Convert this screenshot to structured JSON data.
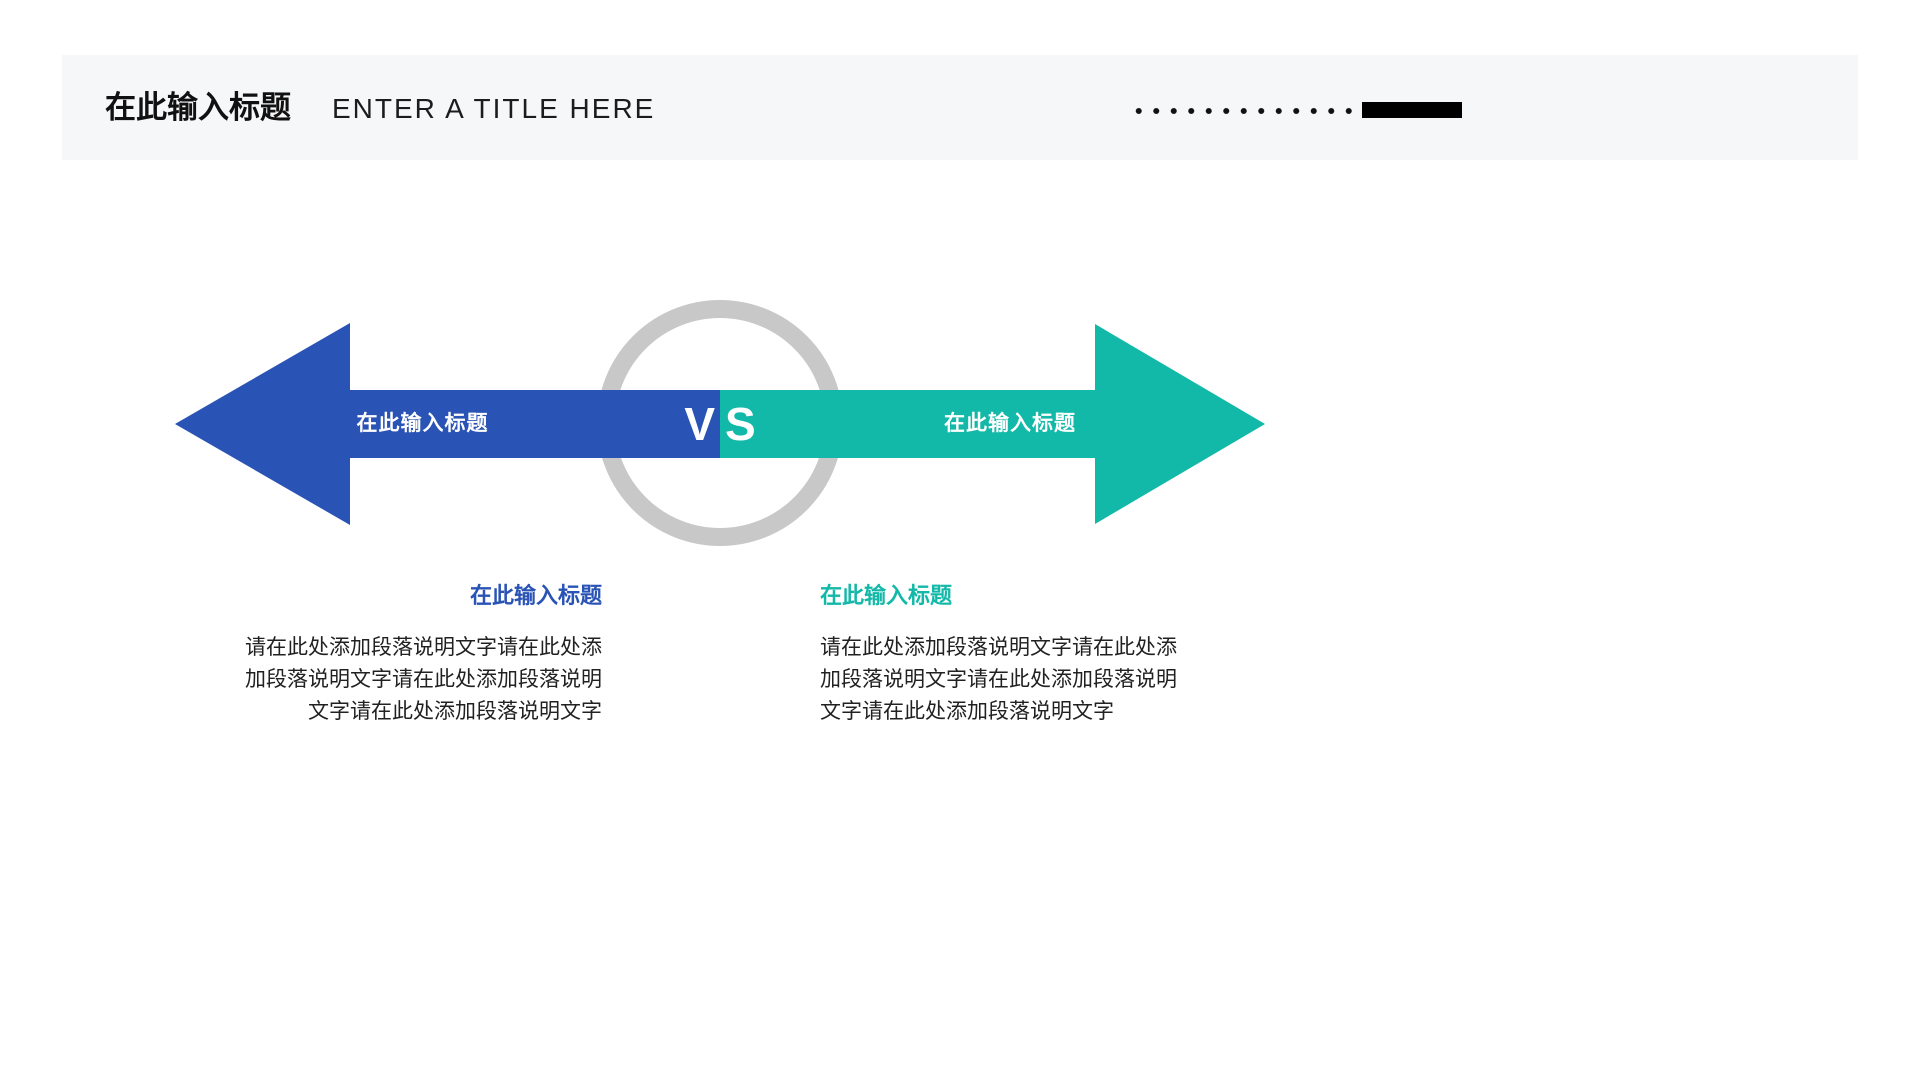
{
  "slide": {
    "header": {
      "title_zh": "在此输入标题",
      "title_en": "ENTER A TITLE HERE"
    },
    "diagram": {
      "left_arrow_label": "在此输入标题",
      "right_arrow_label": "在此输入标题",
      "vs_left": "V",
      "vs_right": "S"
    },
    "left_section": {
      "heading": "在此输入标题",
      "lines": [
        "请在此处添加段落说明文字请在此处添",
        "加段落说明文字请在此处添加段落说明",
        "文字请在此处添加段落说明文字"
      ]
    },
    "right_section": {
      "heading": "在此输入标题",
      "lines": [
        "请在此处添加段落说明文字请在此处添",
        "加段落说明文字请在此处添加段落说明",
        "文字请在此处添加段落说明文字"
      ]
    },
    "colors": {
      "blue": "#2953b4",
      "teal": "#12b8a8",
      "ring_gray": "#c8c8c8",
      "header_bg": "#f6f7f9",
      "decor_black": "#000000"
    }
  }
}
